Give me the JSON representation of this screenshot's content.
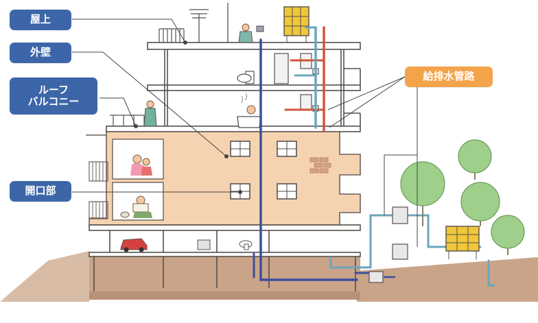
{
  "labels": {
    "okujo": "屋上",
    "gaiheki": "外壁",
    "roof_balcony_line1": "ルーフ",
    "roof_balcony_line2": "バルコニー",
    "kaikobu": "開口部",
    "kyuhaisui": "給排水管路"
  },
  "colors": {
    "label_blue": "#3d66a8",
    "label_orange": "#f3a34a",
    "wall": "#f6d3b0",
    "ground": "#c9a489",
    "pipe_blue": "#3c4fa0",
    "pipe_red": "#d2553b",
    "pipe_teal": "#6aa5be",
    "tree": "#9ed08b",
    "tank": "#f0c63a"
  },
  "icons": [
    "antenna-icon",
    "water-tank-icon",
    "car-icon",
    "toilet-icon",
    "bathtub-icon",
    "tree-icon",
    "person-icon"
  ]
}
